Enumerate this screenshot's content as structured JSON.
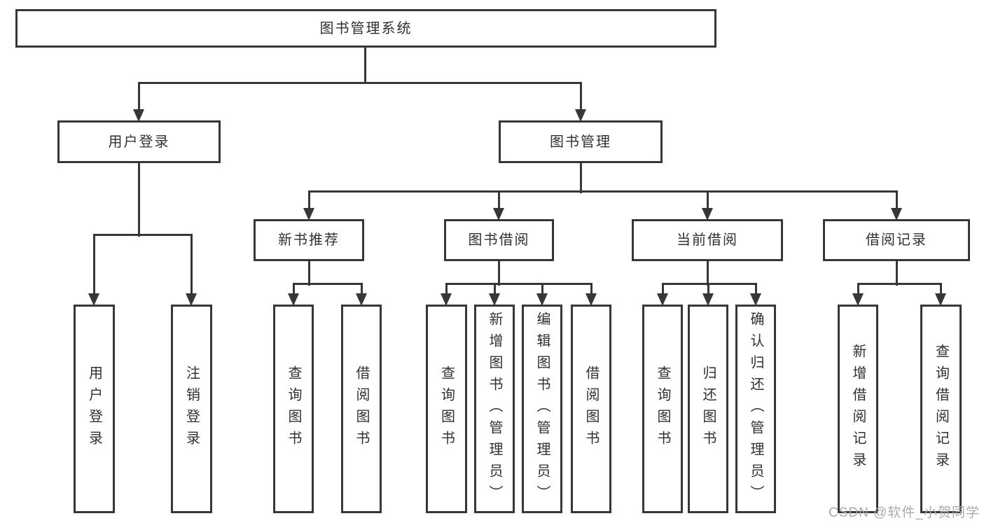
{
  "nodes": {
    "root": "图书管理系统",
    "level2": [
      "用户登录",
      "图书管理"
    ],
    "level3": [
      "新书推荐",
      "图书借阅",
      "当前借阅",
      "借阅记录"
    ],
    "leaves_user": [
      "用户登录",
      "注销登录"
    ],
    "leaves_newbook": [
      "查询图书",
      "借阅图书"
    ],
    "leaves_borrow": [
      "查询图书",
      "新增图书（管理员）",
      "编辑图书（管理员）",
      "借阅图书"
    ],
    "leaves_current": [
      "查询图书",
      "归还图书",
      "确认归还（管理员）"
    ],
    "leaves_records": [
      "新增借阅记录",
      "查询借阅记录"
    ]
  },
  "watermark": "CSDN @软件_小贺同学",
  "colors": {
    "line": "#373737",
    "text": "#303030",
    "watermark": "#a8abad",
    "background": "#ffffff"
  }
}
